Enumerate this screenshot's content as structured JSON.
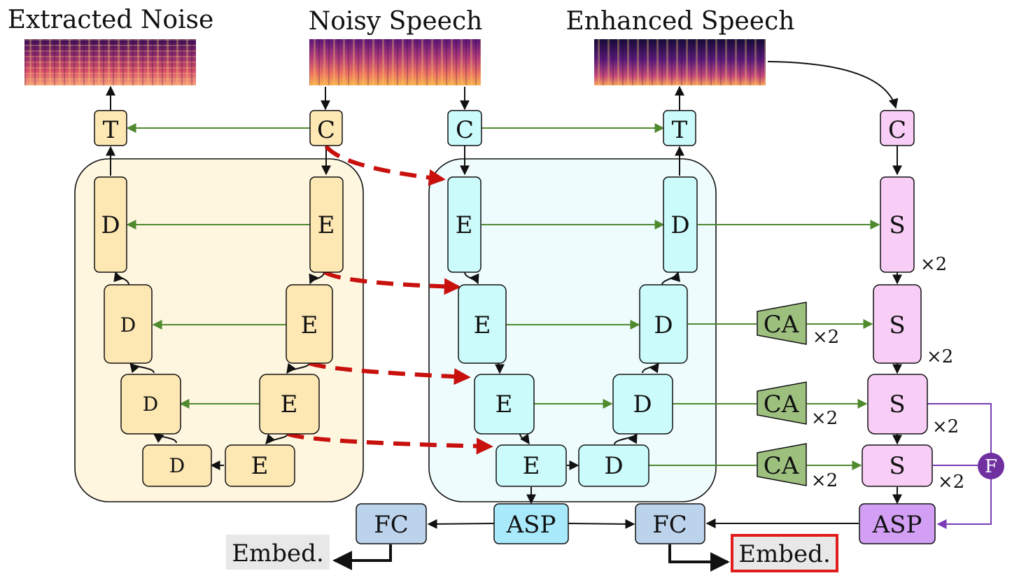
{
  "titles": {
    "extracted_noise": "Extracted Noise",
    "noisy_speech": "Noisy Speech",
    "enhanced_speech": "Enhanced Speech"
  },
  "blocks": {
    "convert": "C",
    "transform": "T",
    "decoder": "D",
    "encoder": "E",
    "sblock": "S",
    "channel_attention": "CA",
    "fc": "FC",
    "asp": "ASP",
    "fusion": "F",
    "multiplier": "×2"
  },
  "outputs": {
    "noise_embed": "Embed.",
    "speech_embed": "Embed."
  },
  "colors": {
    "noise_block": "#fde7b3",
    "noise_panel": "#fff6e0",
    "speech_block": "#ccfbfb",
    "speech_panel": "#eefcfd",
    "sblock": "#f8cdf6",
    "asp_speaker": "#d39ff5",
    "asp_shared": "#a8e9fb",
    "fc": "#bcd3ec",
    "ca": "#9dc07f",
    "green_arrow": "#4f8a2f",
    "red_dash": "#c8100d",
    "purple_line": "#7a3cb5",
    "fusion": "#7030a0"
  }
}
